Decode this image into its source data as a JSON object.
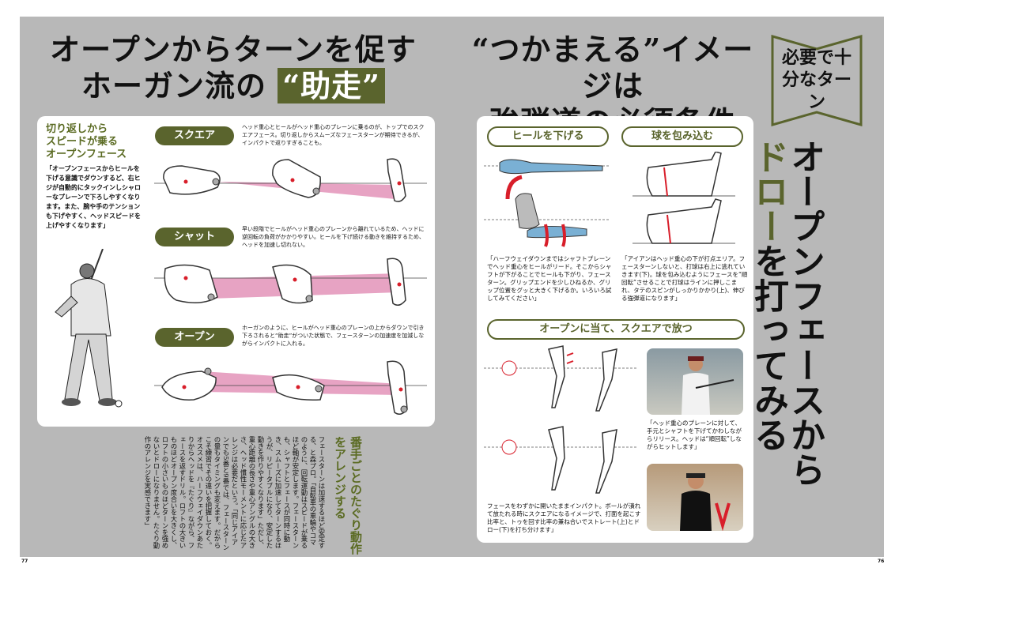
{
  "left": {
    "title_l1": "オープンからターンを促す",
    "title_l2a": "ホーガン流の",
    "title_l2b": "“助走”",
    "side_heading": "切り返しから\nスピードが乗る\nオープンフェース",
    "side_quote": "「オープンフェースからヒールを下げる意識でダウンするど、右ヒジが自動的にタックインしシャローなプレーンで下ろしやすくなります。また、腕や手のテンションも下げやすく、ヘッドスピードを上げやすくなります」",
    "sections": [
      {
        "label": "スクエア",
        "text": "ヘッド重心とヒールがヘッド重心のプレーンに乗るのが、トップでのスクエアフェース。切り返しからスムーズなフェースターンが期待できるが、インパクトで返りすぎることも。"
      },
      {
        "label": "シャット",
        "text": "早い段階でヒールがヘッド重心のプレーンから離れているため、ヘッドに逆回転の負荷がかかりやすい。ヒールを下げ続ける動きを維持するため、ヘッドを加速し切れない。"
      },
      {
        "label": "オープン",
        "text": "ホーガンのように、ヒールがヘッド重心のプレーンの上からダウンで引き下ろされると“助走”がついた状態で、フェースターンの加速度を加減しながらインパクトに入れる。"
      }
    ],
    "col_heading": "番手ごとのたぐり動作をアレンジする",
    "col_text": "フェースターンは加速するほど安定する、と森プロ。「自転車の車輪やコマのように、回転運動はスピードが乗るほど軸が安定します。フェースターンも、シャフトとフェースが同時に動き、スムーズに加速してターンするほうが、リピータブルになり、安定した動きを作りやすくなります」ただし、重心距離の長さや重心アングルの大きさ、ヘッド慣性モーメントに応じたアレンジは必要だという。「同じアイアンでも5番と9番では、フェースターンの量もタイミングも変えます。だからこそ練習でその違いを把握しておく。オススメは、ハーフウェイダウンあたりからヘッドを『たぐり』ながら、フェースを返すドリル。ロフトの大きいものほどオープン度合いを大きくし、ロフトの小さいものほどターンを強めないとドローになりません。たぐり動作のアレンジを実感できます」"
  },
  "right": {
    "title_l1": "“つかまえる”イメージは",
    "title_l2": "強弾道の必須条件",
    "box_title": "必要で十分なターン",
    "vertical_title_a": "オープンフェースから",
    "vertical_title_b": "ドロー",
    "vertical_title_c": "を打ってみる",
    "pill1": "ヒールを下げる",
    "pill2": "球を包み込む",
    "pill3": "オープンに当て、スクエアで放つ",
    "cap1": "「ハーフウェイダウンまではシャフトプレーンでヘッド重心をヒールがリード。そこからシャフトが下がることでヒールも下がり、フェースターン。グリップエンドを少しひねるか、グリップ位置をグッと大きく下げるか。いろいろ試してみてください」",
    "cap2": "「アイアンはヘッド重心の下が打点エリア。フェースターンしないと、打球は右上に逃れていきます(下)。球を包み込むようにフェースを“順回転”させることで打球はラインに押しこまれ、タテのスピンがしっかりかかり(上)、伸びる強弾道になります」",
    "cap3": "「ヘッド重心のプレーンに対して、手元とシャフトを下げてかわしながらリリース。ヘッドは“順回転”しながらヒットします」",
    "cap4": "フェースをわずかに開いたままインパクト。ボールが潰れて放たれる時にスクエアになるイメージで、打面を起こす比率と、トゥを回す比率の兼ね合いでストレート(上)とドロー(下)を打ち分けます」"
  },
  "page_left": "77",
  "page_right": "76",
  "colors": {
    "accent": "#5a642d",
    "pink": "#e7a3c3",
    "red": "#d81e2a",
    "bg": "#b8b8b8"
  }
}
